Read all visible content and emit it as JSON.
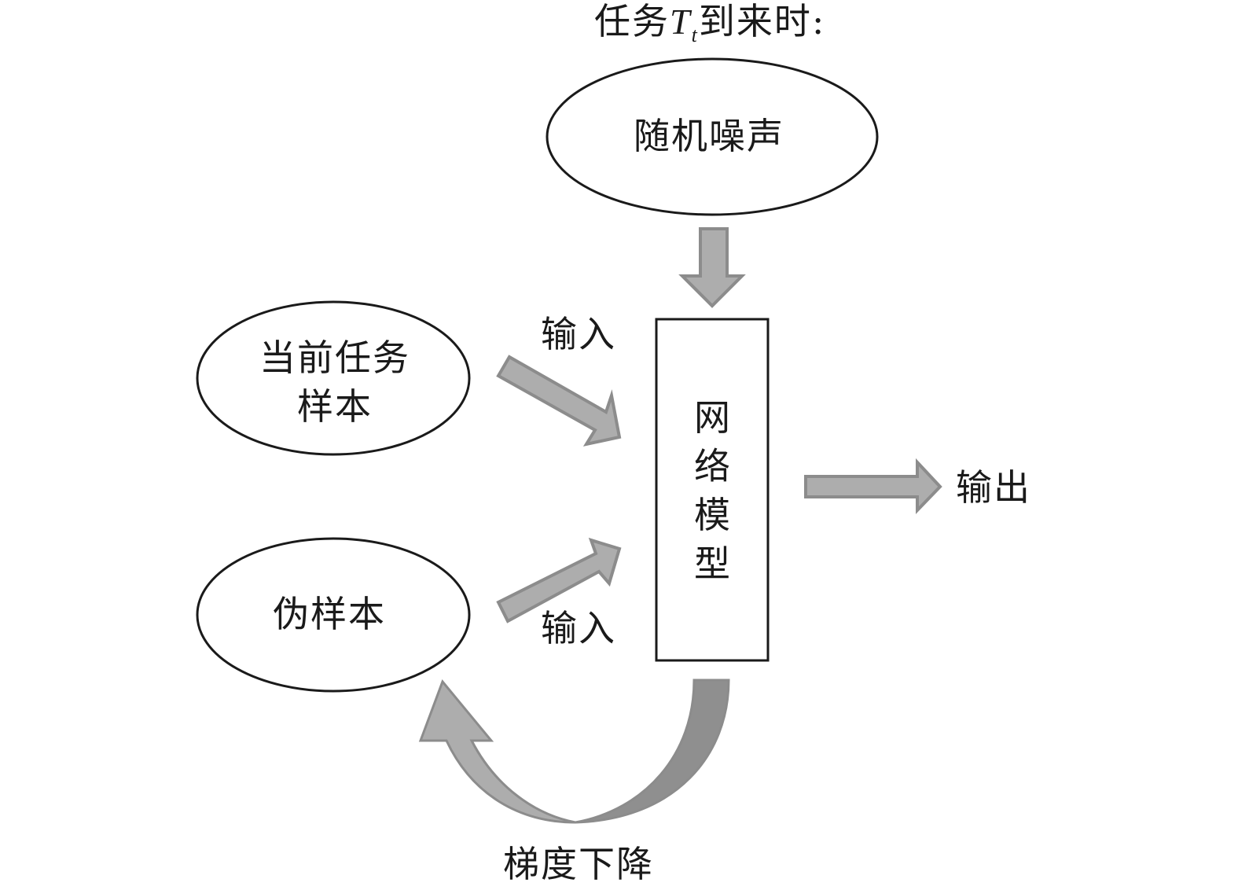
{
  "title": {
    "prefix": "任务",
    "var": "T",
    "sub": "t",
    "suffix": "到来时:"
  },
  "nodes": {
    "noise": "随机噪声",
    "current_samples_line1": "当前任务",
    "current_samples_line2": "样本",
    "pseudo_samples": "伪样本",
    "network_model": [
      "网",
      "络",
      "模",
      "型"
    ],
    "output": "输出"
  },
  "edges": {
    "input_top": "输入",
    "input_bottom": "输入",
    "gradient_descent": "梯度下降"
  },
  "colors": {
    "arrow_fill": "#adadad",
    "arrow_stroke": "#8c8c8c",
    "arrow_dark": "#8f8f8f",
    "line": "#1a1a1a"
  }
}
